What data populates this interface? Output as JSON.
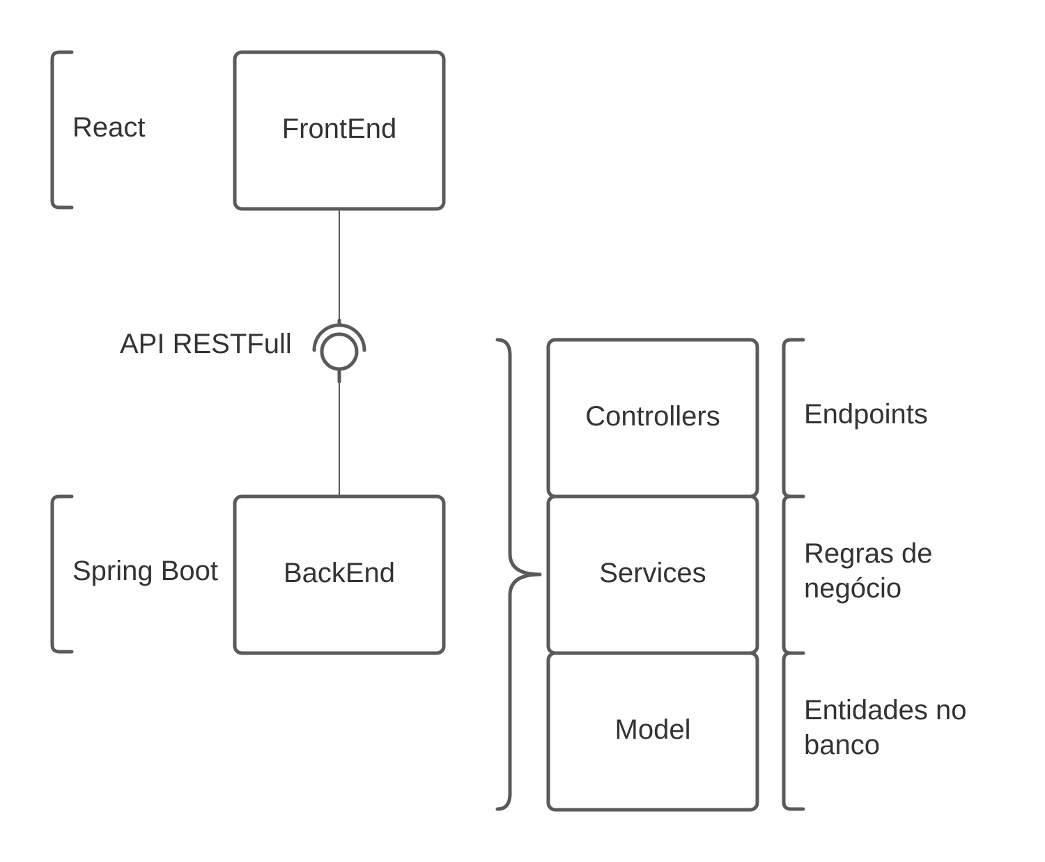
{
  "frontend_section": {
    "tech_label": "React",
    "box_label": "FrontEnd"
  },
  "interface": {
    "label": "API RESTFull"
  },
  "backend_section": {
    "tech_label": "Spring Boot",
    "box_label": "BackEnd"
  },
  "layers": [
    {
      "box_label": "Controllers",
      "description_lines": [
        "Endpoints"
      ]
    },
    {
      "box_label": "Services",
      "description_lines": [
        "Regras de",
        "negócio"
      ]
    },
    {
      "box_label": "Model",
      "description_lines": [
        "Entidades no",
        "banco"
      ]
    }
  ],
  "colors": {
    "stroke": "#5a5a5a",
    "text": "#333333",
    "background": "#ffffff"
  }
}
